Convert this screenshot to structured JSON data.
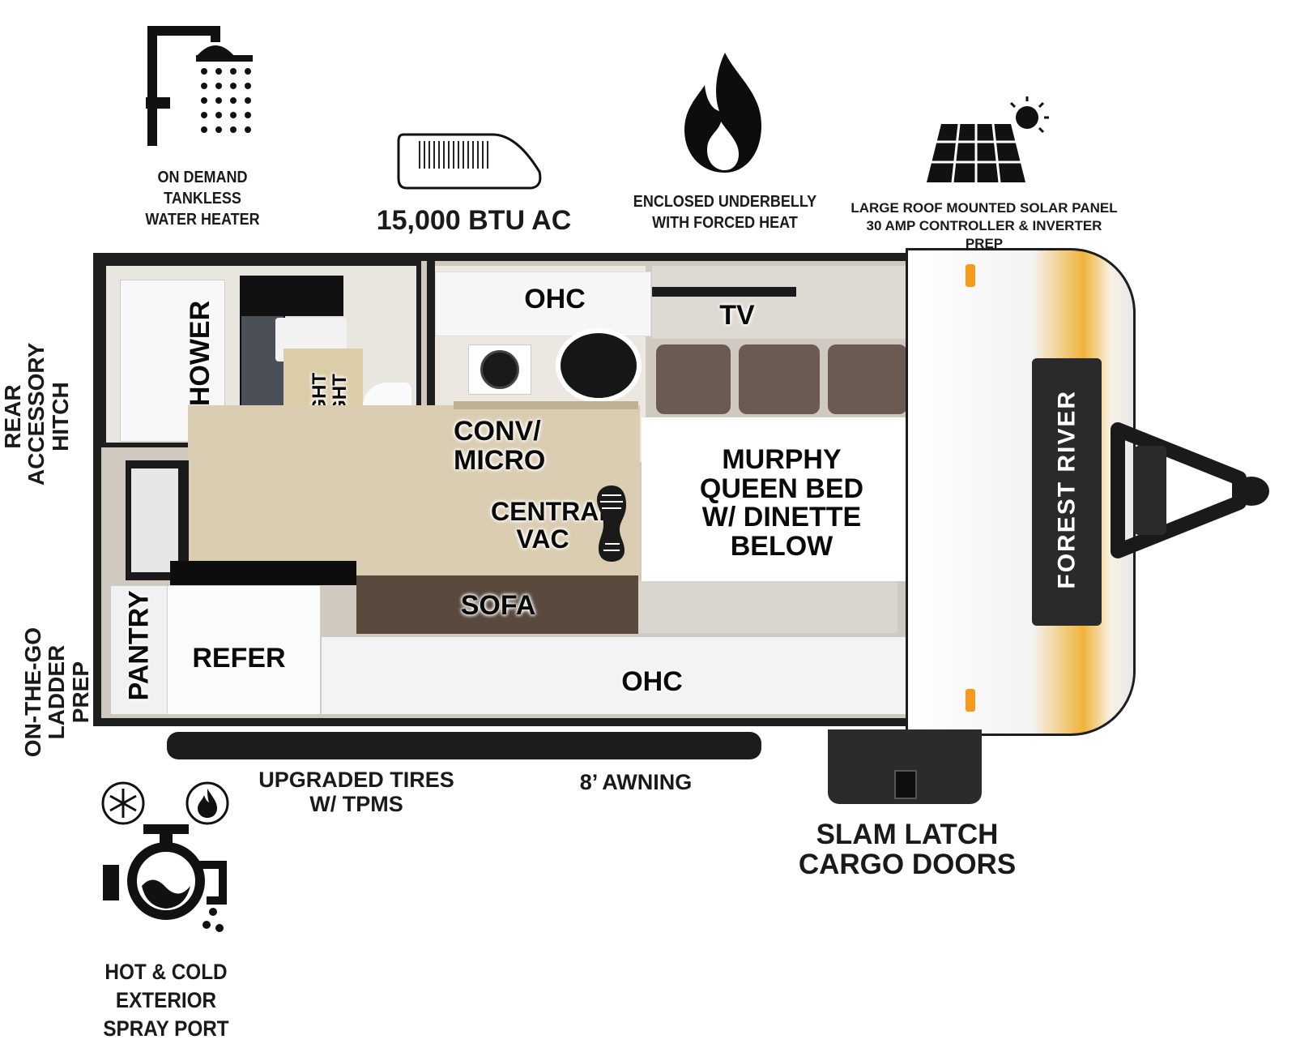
{
  "features": {
    "water_heater": "ON DEMAND\nTANKLESS\nWATER HEATER",
    "ac": "15,000 BTU AC",
    "underbelly": "ENCLOSED UNDERBELLY\nWITH FORCED HEAT",
    "solar": "LARGE ROOF MOUNTED SOLAR PANEL\n30 AMP CONTROLLER & INVERTER PREP",
    "rear_hitch": "REAR\nACCESSORY\nHITCH",
    "ladder": "ON-THE-GO\nLADDER PREP",
    "tires": "UPGRADED TIRES\nW/ TPMS",
    "awning": "8’ AWNING",
    "cargo": "SLAM LATCH\nCARGO DOORS",
    "spray_port": "HOT & COLD EXTERIOR\nSPRAY PORT"
  },
  "rooms": {
    "shower": "SHOWER",
    "night_light": "NIGHT\nLIGHT",
    "ohc_top": "OHC",
    "tv": "TV",
    "conv_micro": "CONV/\nMICRO",
    "central_vac": "CENTRAL\nVAC",
    "murphy": "MURPHY\nQUEEN BED\nW/ DINETTE\nBELOW",
    "sofa": "SOFA",
    "pantry": "PANTRY",
    "refer": "REFER",
    "ohc_bottom": "OHC"
  },
  "brand": "FOREST RIVER",
  "icons": [
    "shower-icon",
    "ac-unit-icon",
    "flame-icon",
    "solar-panel-icon",
    "boot-icon",
    "snowflake-icon",
    "fire-icon",
    "spray-faucet-icon"
  ],
  "colors": {
    "wall": "#1e1e1e",
    "floor_wood": "#d9cbb0",
    "sofa": "#5a4a3e",
    "accent_amber": "#f0b43a"
  }
}
